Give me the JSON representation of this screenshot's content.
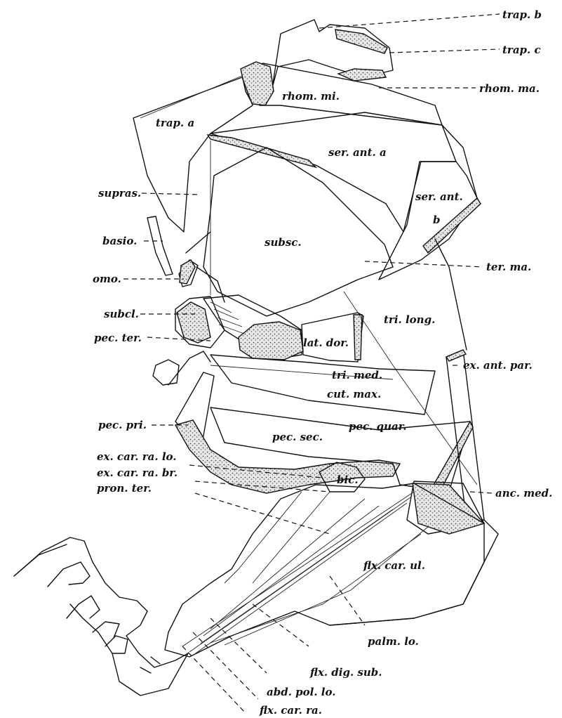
{
  "figure": {
    "external_labels": {
      "trap_b": "trap. b",
      "trap_c": "trap. c",
      "rhom_ma": "rhom. ma.",
      "ter_ma": "ter. ma.",
      "ex_ant_par": "ex. ant. par.",
      "anc_med": "anc. med.",
      "supras": "supras.",
      "basio": "basio.",
      "omo": "omo.",
      "subcl": "subcl.",
      "pec_ter": "pec. ter.",
      "pec_pri": "pec. pri.",
      "ex_car_ra_lo": "ex. car. ra. lo.",
      "ex_car_ra_br": "ex. car. ra. br.",
      "pron_ter": "pron. ter.",
      "palm_lo": "palm. lo.",
      "flx_dig_sub": "flx. dig. sub.",
      "abd_pol_lo": "abd. pol. lo.",
      "flx_car_ra": "flx. car. ra."
    },
    "internal_labels": {
      "rhom_mi": "rhom. mi.",
      "trap_a": "trap. a",
      "ser_ant_a": "ser. ant. a",
      "ser_ant": "ser. ant.",
      "ser_ant_b": "b",
      "subsc": "subsc.",
      "tri_long": "tri. long.",
      "lat_dor": "lat. dor.",
      "tri_med": "tri. med.",
      "cut_max": "cut. max.",
      "pec_quar": "pec. quar.",
      "pec_sec": "pec. sec.",
      "bic": "bic.",
      "flx_car_ul": "flx. car. ul."
    }
  }
}
